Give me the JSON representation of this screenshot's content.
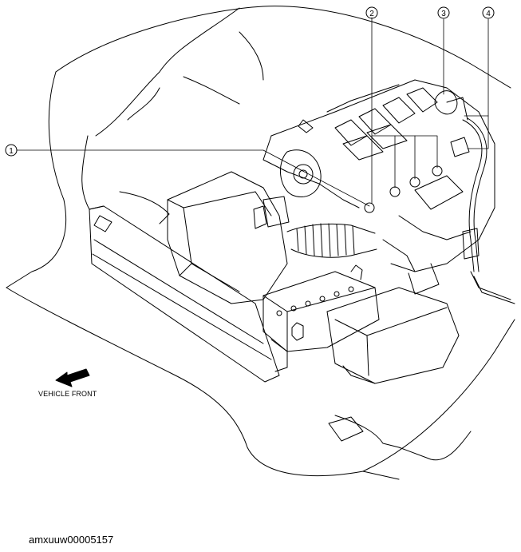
{
  "callouts": [
    {
      "id": "callout-1",
      "label": "1"
    },
    {
      "id": "callout-2",
      "label": "2"
    },
    {
      "id": "callout-3",
      "label": "3"
    },
    {
      "id": "callout-4",
      "label": "4"
    }
  ],
  "direction_label": "VEHICLE FRONT",
  "image_id": "amxuuw00005157",
  "colors": {
    "line": "#000000",
    "background": "#ffffff"
  }
}
